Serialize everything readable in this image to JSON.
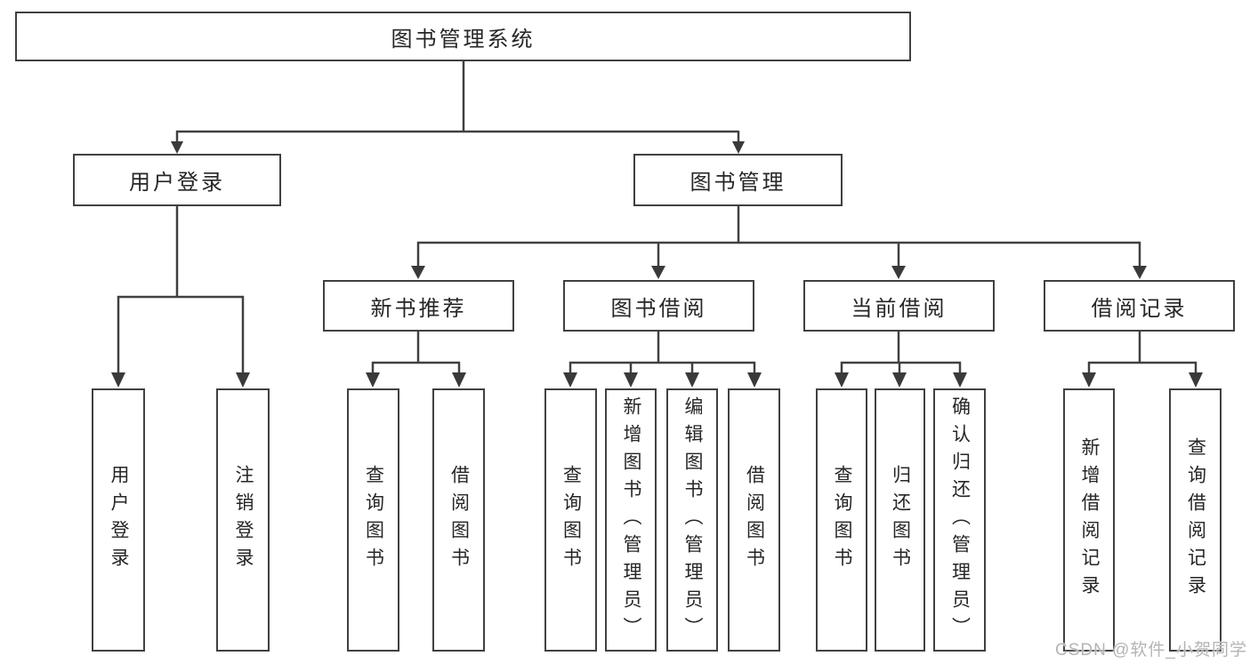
{
  "tree": {
    "root": {
      "label": "图书管理系统"
    },
    "branches": [
      {
        "label": "用户登录",
        "leaves": [
          {
            "label": "用户登录"
          },
          {
            "label": "注销登录"
          }
        ]
      },
      {
        "label": "图书管理",
        "groups": [
          {
            "label": "新书推荐",
            "leaves": [
              {
                "label": "查询图书"
              },
              {
                "label": "借阅图书"
              }
            ]
          },
          {
            "label": "图书借阅",
            "leaves": [
              {
                "label": "查询图书"
              },
              {
                "label": "新增图书（管理员）"
              },
              {
                "label": "编辑图书（管理员）"
              },
              {
                "label": "借阅图书"
              }
            ]
          },
          {
            "label": "当前借阅",
            "leaves": [
              {
                "label": "查询图书"
              },
              {
                "label": "归还图书"
              },
              {
                "label": "确认归还（管理员）"
              }
            ]
          },
          {
            "label": "借阅记录",
            "leaves": [
              {
                "label": "新增借阅记录"
              },
              {
                "label": "查询借阅记录"
              }
            ]
          }
        ]
      }
    ]
  },
  "watermark": {
    "text": "CSDN @软件_小贺同学"
  },
  "colors": {
    "line": "#404040",
    "box_border": "#404040",
    "text": "#262626",
    "background": "#ffffff",
    "watermark": "#acacac"
  }
}
